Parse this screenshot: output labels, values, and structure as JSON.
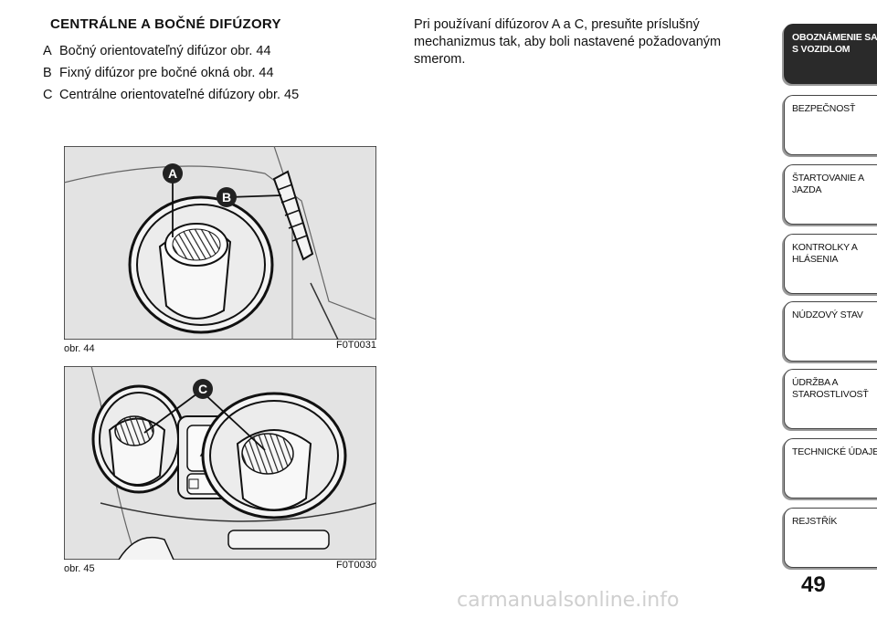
{
  "section": {
    "heading": "CENTRÁLNE A BOČNÉ DIFÚZORY",
    "items": [
      {
        "letter": "A",
        "text": "Bočný orientovateľný difúzor obr. 44"
      },
      {
        "letter": "B",
        "text": "Fixný difúzor pre bočné okná obr. 44"
      },
      {
        "letter": "C",
        "text": "Centrálne orientovateľné difúzory obr. 45"
      }
    ]
  },
  "paragraph": "Pri používaní difúzorov A a C, presuňte príslušný mechanizmus tak, aby boli nastavené požadovaným smerom.",
  "figures": [
    {
      "caption": "obr. 44",
      "code": "F0T0031",
      "callouts": [
        "A",
        "B"
      ]
    },
    {
      "caption": "obr. 45",
      "code": "F0T0030",
      "callouts": [
        "C"
      ]
    }
  ],
  "tabs": [
    "OBOZNÁMENIE SA S VOZIDLOM",
    "BEZPEČNOSŤ",
    "ŠTARTOVANIE A JAZDA",
    "KONTROLKY A HLÁSENIA",
    "NÚDZOVÝ STAV",
    "ÚDRŽBA A STAROSTLIVOSŤ",
    "TECHNICKÉ ÚDAJE",
    "REJSTŘÍK"
  ],
  "page_number": "49",
  "watermark": "carmanualsonline.info"
}
